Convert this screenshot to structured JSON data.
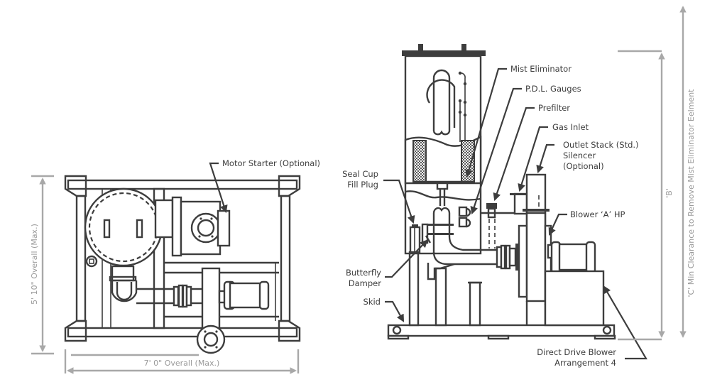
{
  "diagram": {
    "title": "Mist eliminator blower skid — plan and elevation views",
    "colors": {
      "line": "#3d3d3d",
      "dimension": "#a8a8a8",
      "background": "#ffffff"
    },
    "plan_view": {
      "labels": {
        "motor_starter": "Motor Starter (Optional)"
      },
      "dimensions": {
        "height": "5' 10\" Overall (Max.)",
        "width": "7' 0\" Overall (Max.)"
      }
    },
    "elevation_view": {
      "labels": {
        "mist_eliminator": "Mist Eliminator",
        "pdl_gauges": "P.D.L. Gauges",
        "prefilter": "Prefilter",
        "gas_inlet": "Gas Inlet",
        "outlet_stack_line1": "Outlet Stack (Std.)",
        "outlet_stack_line2": "Silencer",
        "outlet_stack_line3": "(Optional)",
        "seal_cup_line1": "Seal Cup",
        "seal_cup_line2": "Fill Plug",
        "blower": "Blower ‘A’ HP",
        "butterfly_line1": "Butterfly",
        "butterfly_line2": "Damper",
        "skid": "Skid",
        "direct_drive_line1": "Direct Drive Blower",
        "direct_drive_line2": "Arrangement 4"
      },
      "dimensions": {
        "b": "'B'",
        "c": "'C' Min Clearance to Remove Mist Eliminator Eelment"
      }
    }
  }
}
